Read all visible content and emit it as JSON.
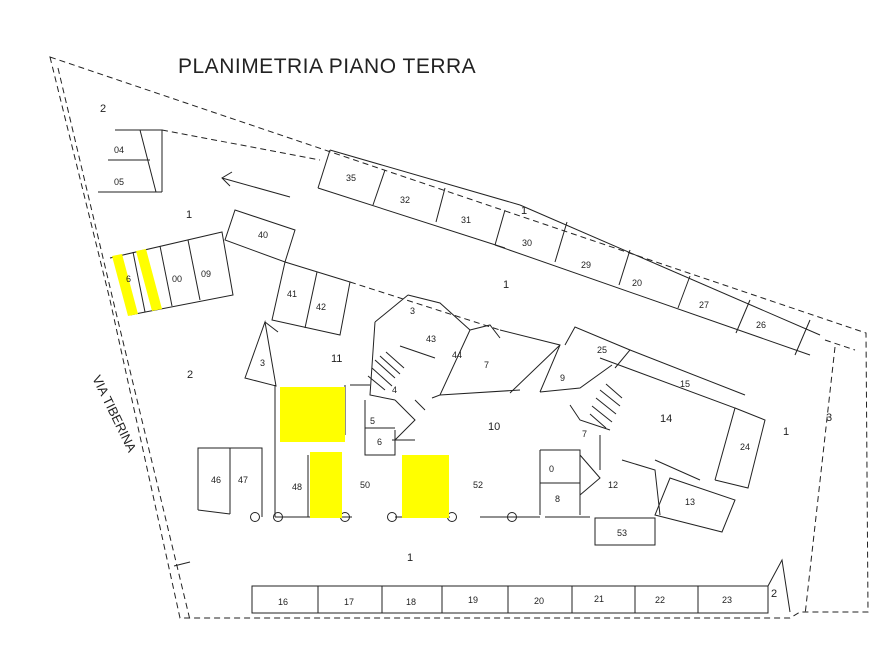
{
  "title": "PLANIMETRIA PIANO TERRA",
  "street": "VIA TIBERINA",
  "highlight_color": "#ffff00",
  "labels": {
    "r2_top": "2",
    "r04": "04",
    "r05": "05",
    "r1_left": "1",
    "r35": "35",
    "r32": "32",
    "r31": "31",
    "r1_top": "1",
    "r30": "30",
    "r29": "29",
    "r20": "20",
    "r27": "27",
    "r26": "26",
    "r40": "40",
    "r6": "6",
    "r00": "00",
    "r09": "09",
    "r41": "41",
    "r42": "42",
    "r1_mid": "1",
    "r2_left": "2",
    "r3a": "3",
    "r11": "11",
    "r3b": "3",
    "r43": "43",
    "r44": "44",
    "r7": "7",
    "r9": "9",
    "r25": "25",
    "r15": "15",
    "r14": "14",
    "r24": "24",
    "r1_right": "1",
    "r3_right": "3",
    "r4": "4",
    "r5": "5",
    "r6b": "6",
    "r10": "10",
    "r7b": "7",
    "r12": "12",
    "r13": "13",
    "r0": "0",
    "r8": "8",
    "r46": "46",
    "r47": "47",
    "r48": "48",
    "r50": "50",
    "r52": "52",
    "r53": "53",
    "r1_bottom": "1",
    "r16": "16",
    "r17": "17",
    "r18": "18",
    "r19": "19",
    "r20b": "20",
    "r21": "21",
    "r22": "22",
    "r23": "23",
    "r2_bottom": "2"
  }
}
